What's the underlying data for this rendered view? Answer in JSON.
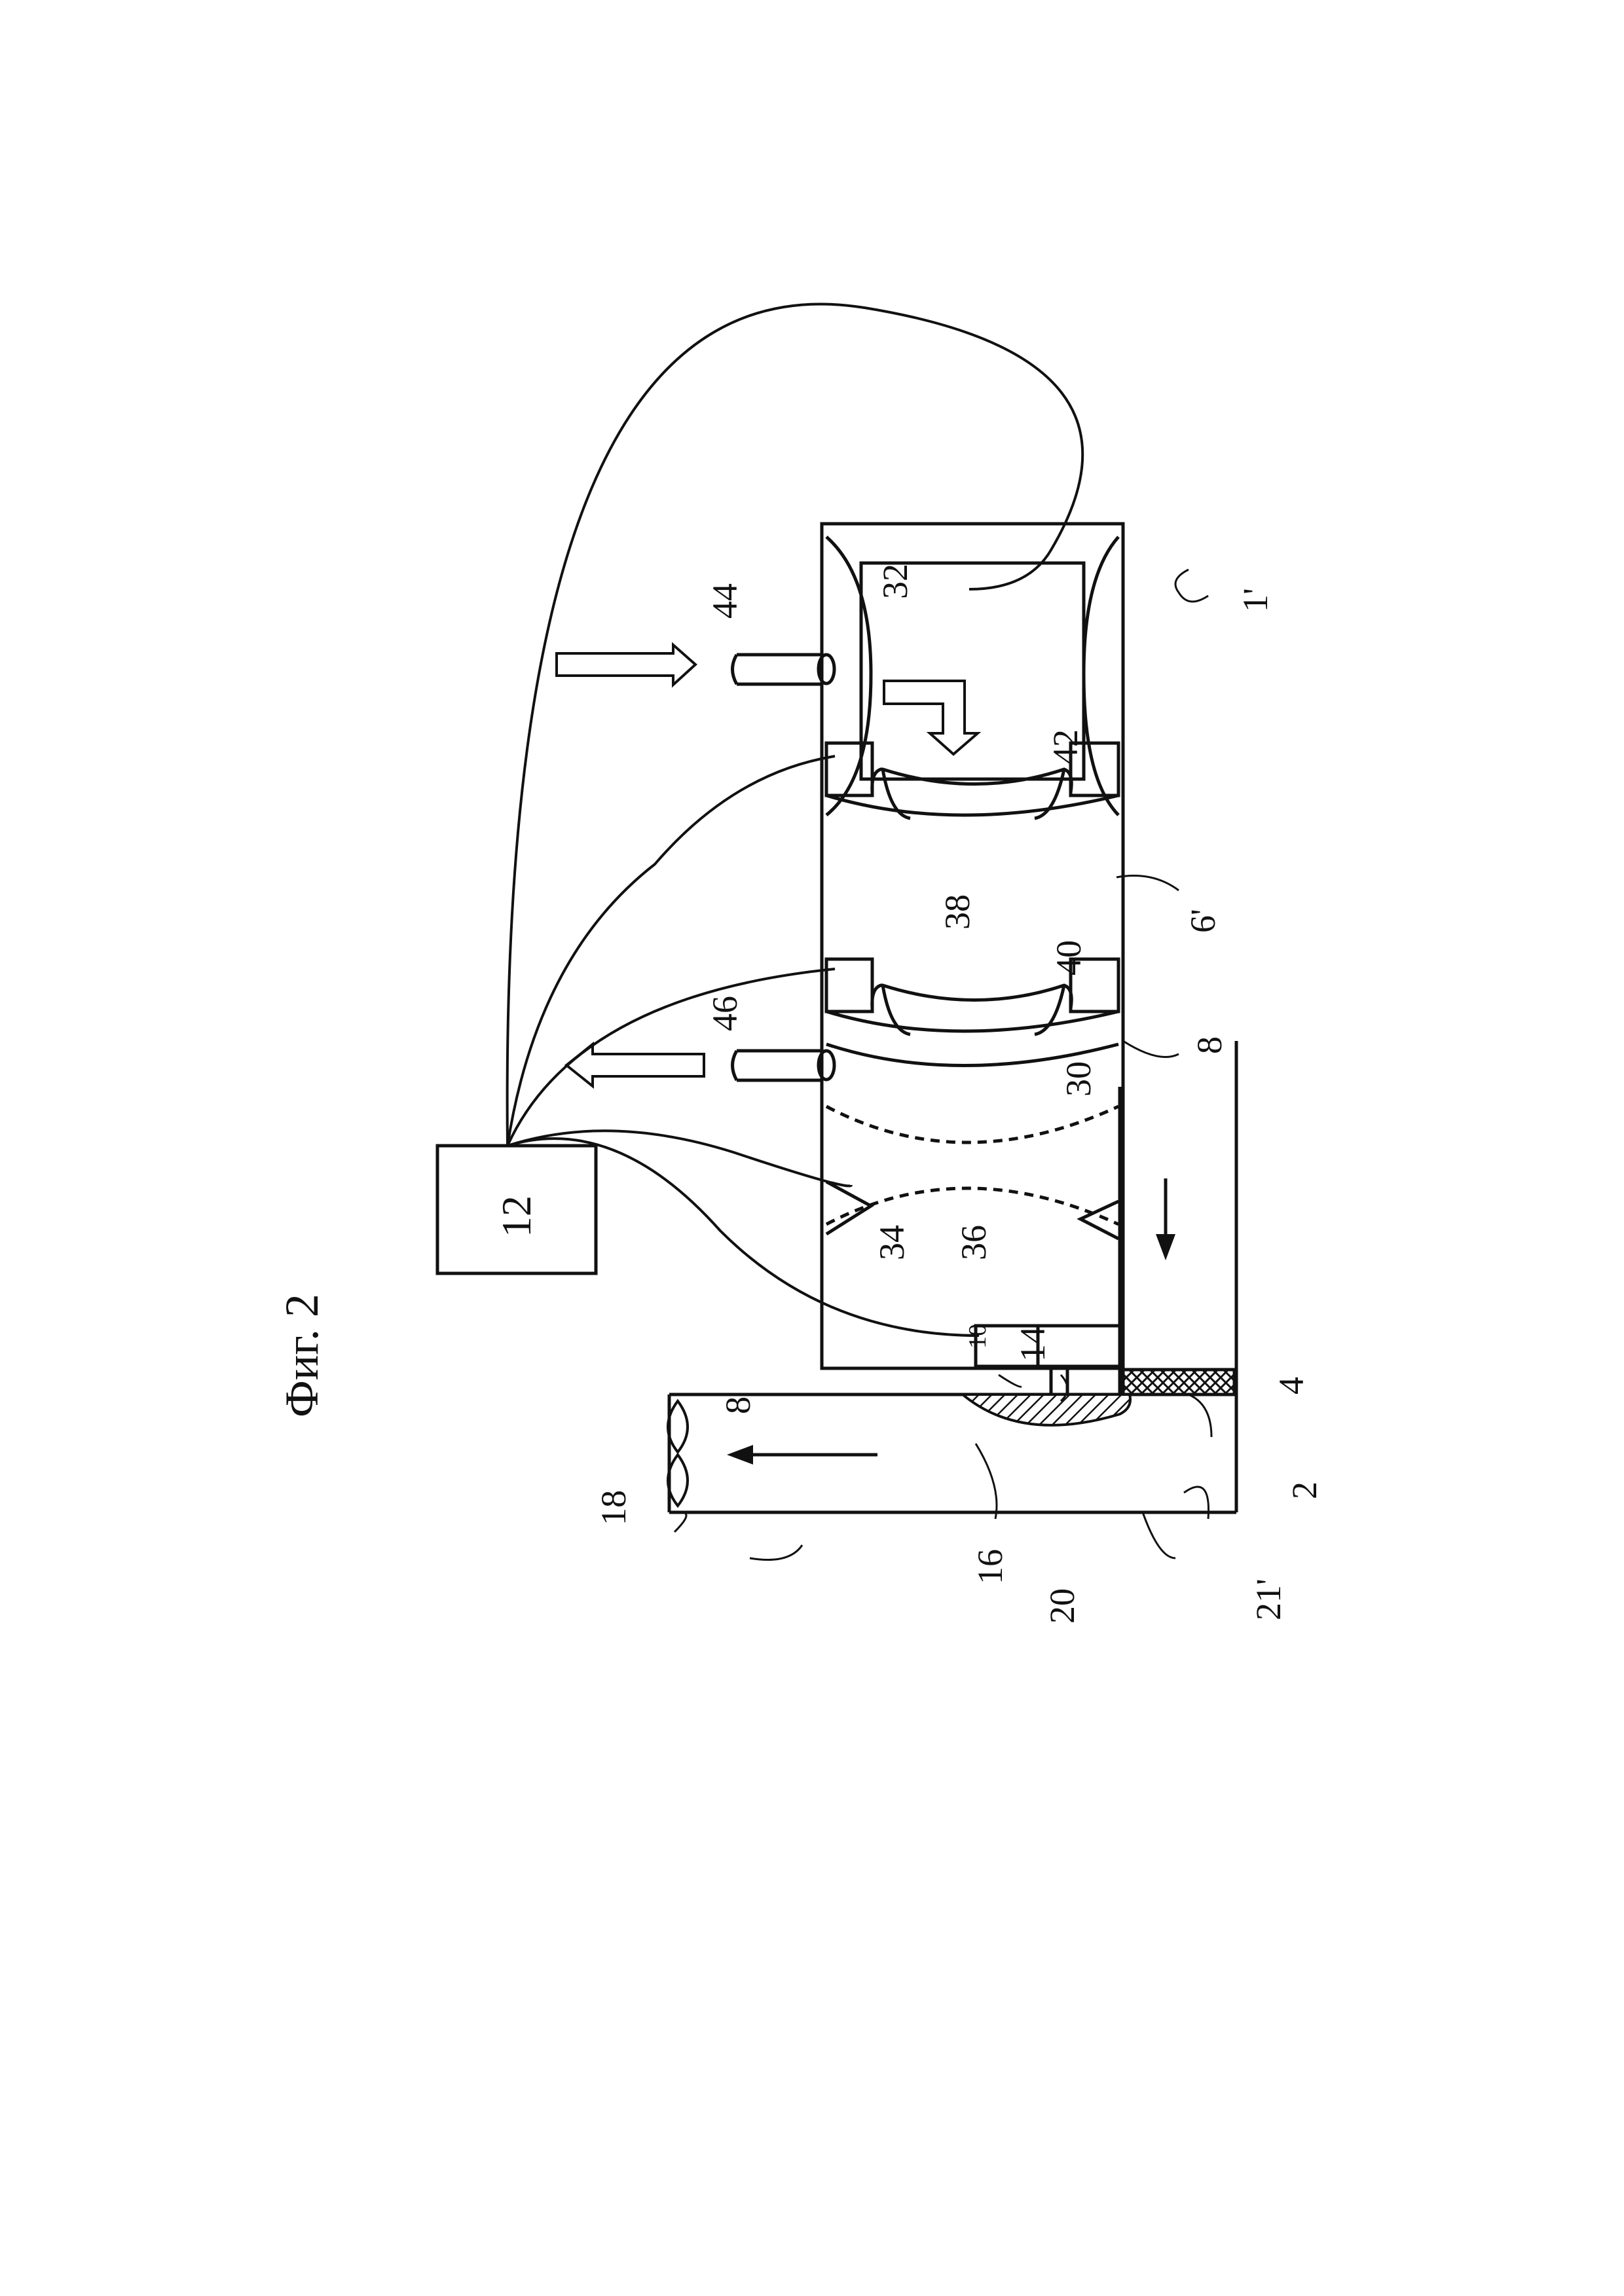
{
  "figure_caption": "Фиг. 2",
  "labels": {
    "l2": "2",
    "l4": "4",
    "l6": "6'",
    "l8_top": "8",
    "l8_bottom": "8",
    "l10": "10",
    "l12": "12",
    "l14": "14",
    "l16": "16",
    "l18": "18",
    "l20": "20",
    "l21": "21'",
    "l30": "30",
    "l32": "32",
    "l34": "34",
    "l36": "36",
    "l38": "38",
    "l40": "40",
    "l42": "42",
    "l44": "44",
    "l46": "46",
    "l1": "1'"
  },
  "colors": {
    "ink": "#111111",
    "paper": "#ffffff"
  }
}
